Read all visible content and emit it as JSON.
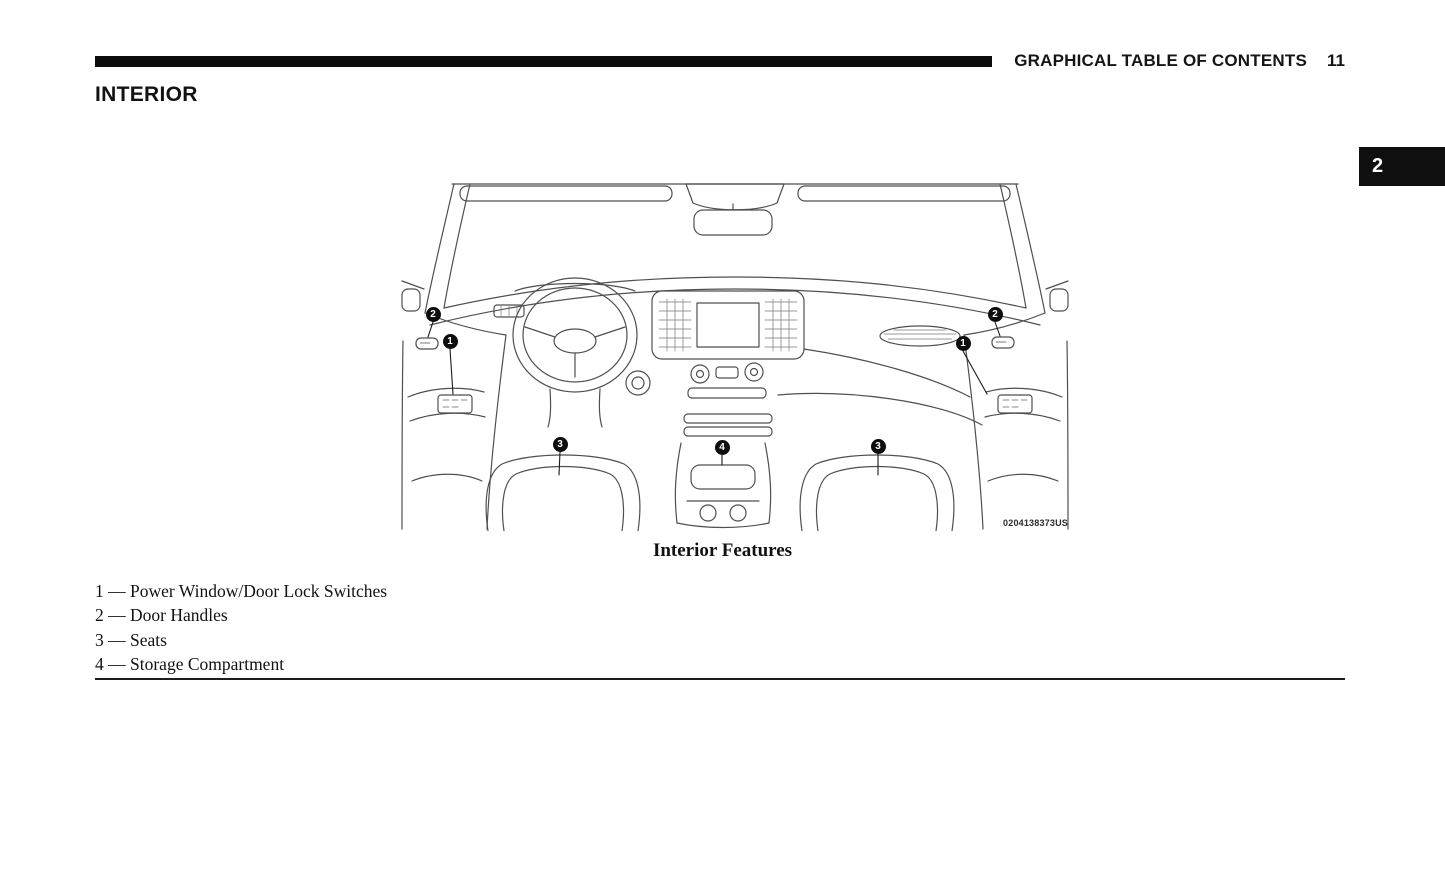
{
  "header": {
    "title": "GRAPHICAL TABLE OF CONTENTS",
    "page_number": "11"
  },
  "section_title": "INTERIOR",
  "side_tab": {
    "label": "2"
  },
  "figure": {
    "caption": "Interior Features",
    "watermark": "0204138373US",
    "markers": {
      "door_handle_left": "2",
      "window_switch_left": "1",
      "door_handle_right": "2",
      "window_switch_right": "1",
      "seat_left": "3",
      "seat_right": "3",
      "storage": "4"
    }
  },
  "legend": {
    "separator": "—",
    "items": [
      {
        "number": "1",
        "label": "Power Window/Door Lock Switches"
      },
      {
        "number": "2",
        "label": "Door Handles"
      },
      {
        "number": "3",
        "label": "Seats"
      },
      {
        "number": "4",
        "label": "Storage Compartment"
      }
    ]
  },
  "colors": {
    "ink": "#1a1a1a",
    "drawing_stroke": "#4f4f4f",
    "tab_background": "#0f0f0f"
  }
}
